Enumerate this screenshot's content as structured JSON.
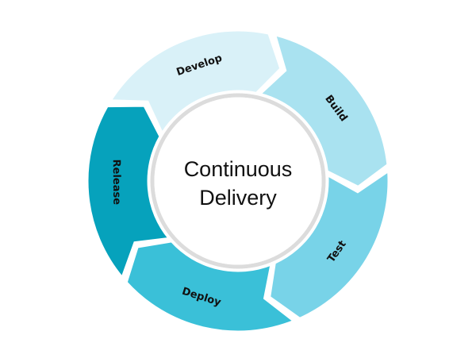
{
  "diagram": {
    "title_line1": "Continuous",
    "title_line2": "Delivery",
    "flow_direction": "clockwise",
    "stages": [
      {
        "label": "Develop",
        "color": "#d9f1f8"
      },
      {
        "label": "Build",
        "color": "#a9e2f0"
      },
      {
        "label": "Test",
        "color": "#78d3e8"
      },
      {
        "label": "Deploy",
        "color": "#3ac0d8"
      },
      {
        "label": "Release",
        "color": "#06a2bc"
      }
    ],
    "center_fill": "#ffffff",
    "center_ring_color": "#dcdcdc",
    "text_color": "#111111"
  }
}
